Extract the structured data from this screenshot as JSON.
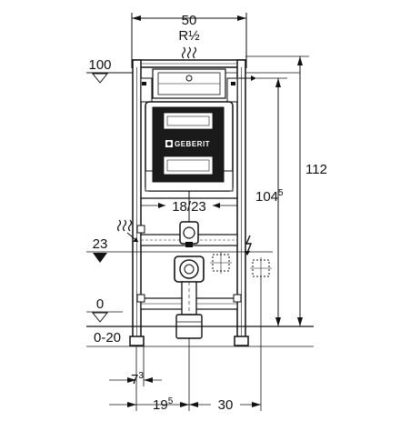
{
  "dimensions": {
    "top_width": "50",
    "connection_size": "R½",
    "total_height": "112",
    "height_104": {
      "base": "104",
      "sup": "5"
    },
    "bracket_spacing": "18/23",
    "left_offset": {
      "base": "7",
      "sup": "3"
    },
    "spacing_19": {
      "base": "19",
      "sup": "5"
    },
    "spacing_30": "30"
  },
  "levels": {
    "level_100": "100",
    "level_23": "23",
    "level_0": "0",
    "level_range": "0-20"
  },
  "panel": {
    "brand": "GEBERIT"
  },
  "colors": {
    "line": "#111111",
    "panel_dark": "#1a1a1a",
    "background": "#ffffff"
  }
}
